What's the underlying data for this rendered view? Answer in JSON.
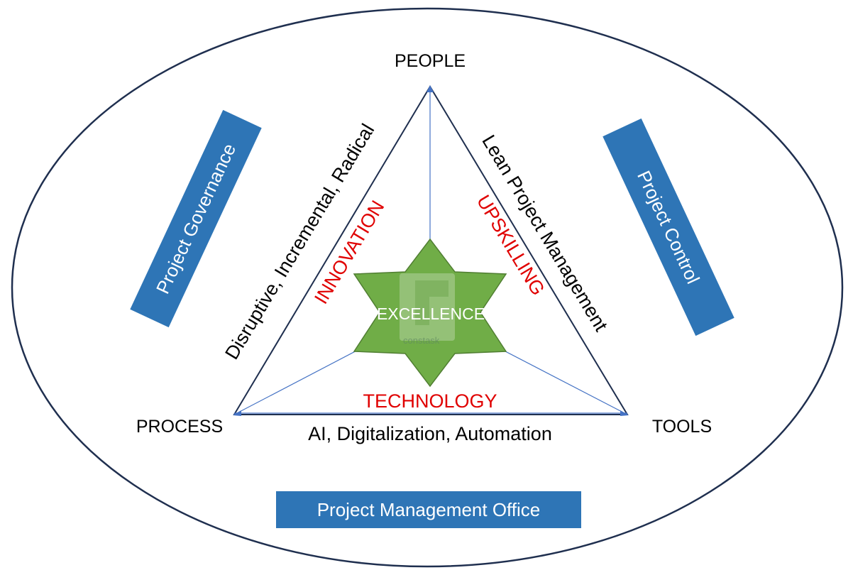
{
  "vertices": {
    "top": "PEOPLE",
    "left": "PROCESS",
    "right": "TOOLS"
  },
  "edges": {
    "left_outer": "Disruptive, Incremental, Radical",
    "left_inner": "INNOVATION",
    "right_outer": "Lean Project Management",
    "right_inner": "UPSKILLING",
    "bottom_outer": "AI, Digitalization, Automation",
    "bottom_inner": "TECHNOLOGY"
  },
  "boxes": {
    "governance": "Project Governance",
    "control": "Project Control",
    "pmo": "Project Management Office"
  },
  "center": {
    "label": "EXCELLENCE",
    "logo_text": "constask"
  },
  "colors": {
    "box_fill": "#2e75b6",
    "star_fill": "#70ad47",
    "star_stroke": "#507e32",
    "accent_red": "#e00000",
    "triangle_stroke": "#1f2f4f",
    "inner_line": "#4472c4"
  }
}
